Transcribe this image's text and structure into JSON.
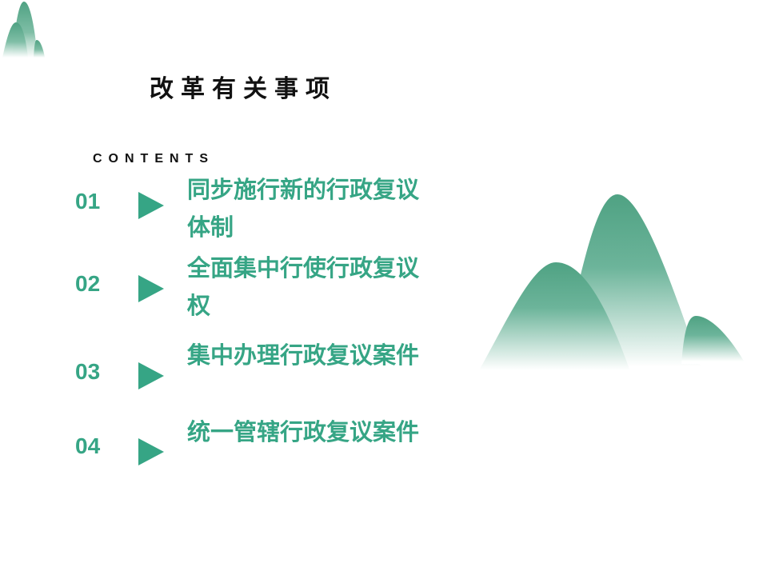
{
  "title": "改革有关事项",
  "contents_label": "CONTENTS",
  "accent_color": "#36a585",
  "items": [
    {
      "number": "01",
      "text": "同步施行新的行政复议体制"
    },
    {
      "number": "02",
      "text": "全面集中行使行政复议权"
    },
    {
      "number": "03",
      "text": "集中办理行政复议案件"
    },
    {
      "number": "04",
      "text": "统一管辖行政复议案件"
    }
  ]
}
